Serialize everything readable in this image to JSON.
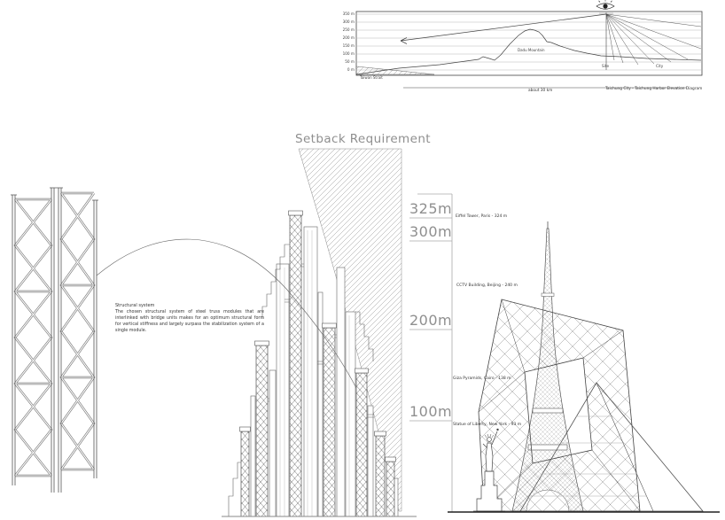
{
  "colors": {
    "line": "#444444",
    "light_line": "#9a9a9a",
    "gray_text": "#8f8f8f",
    "background": "#ffffff"
  },
  "elevation_diagram": {
    "caption": "Taichung City - Taichung Harbor Elevation Diagram",
    "distance_label": "about 30 km",
    "mountain_label": "Dadu Mountain",
    "sea_label": "Taiwan Strait",
    "site_label": "Site",
    "city_label": "City",
    "y_axis_labels": [
      "350 m",
      "300 m",
      "250 m",
      "200 m",
      "150 m",
      "100 m",
      "50 m",
      "0 m"
    ]
  },
  "setback_title": "Setback Requirement",
  "structural_note": {
    "title": "Structural system",
    "body": "The chosen structural system of steel truss modules that are interlinked with bridge units makes for an optimum structural form for vertical stiffness and largely surpass the stabilization system of a single module."
  },
  "height_scale": {
    "markers": [
      "325m",
      "300m",
      "200m",
      "100m"
    ],
    "references": [
      "Eiffel Tower, Paris - 324 m",
      "CCTV Building, Beijing - 240 m",
      "Giza Pyramids, Cairo - 138 m",
      "Statue of Liberty, New York - 93 m"
    ]
  }
}
